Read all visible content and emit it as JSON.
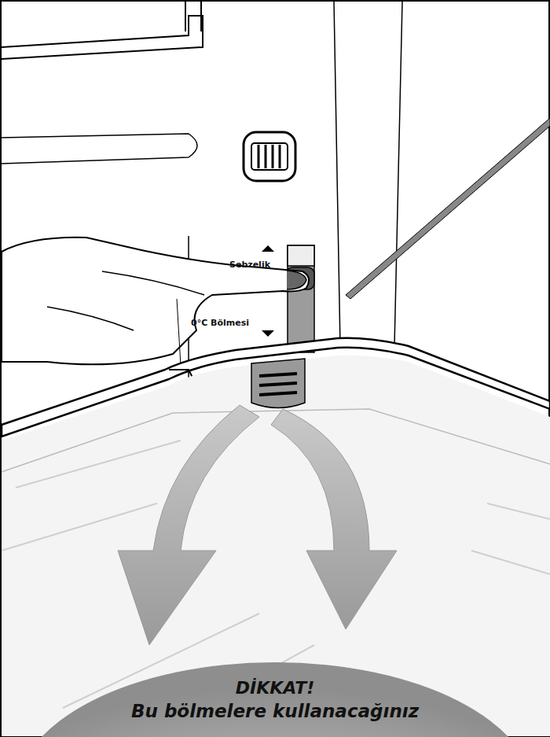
{
  "diagram": {
    "nodes": [
      {
        "text": [
          "DİKKAT!",
          "Bu bölmelere kullanacağınız"
        ]
      }
    ],
    "labels": [
      "Sebzelik",
      "0°C Bölmesi"
    ]
  }
}
